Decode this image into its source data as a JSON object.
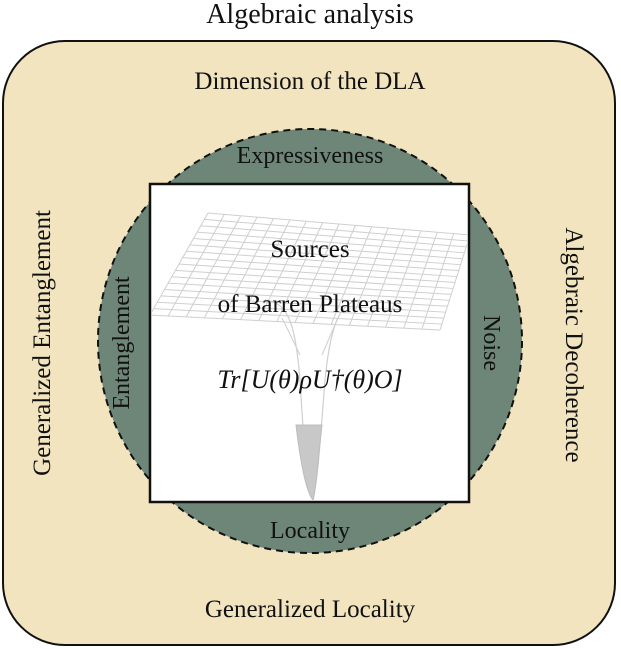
{
  "title": "Algebraic analysis",
  "outer_labels": {
    "top": "Dimension of the DLA",
    "left": "Generalized Entanglement",
    "right": "Algebraic Decoherence",
    "bottom": "Generalized Locality"
  },
  "ring_labels": {
    "top": "Expressiveness",
    "left": "Entanglement",
    "right": "Noise",
    "bottom": "Locality"
  },
  "center": {
    "line1": "Sources",
    "line2": "of Barren Plateaus",
    "formula": "Tr[U(θ)ρU†(θ)O]"
  },
  "colors": {
    "outer_fill": "#f1e4bf",
    "ring_fill": "#6e8678",
    "inner_fill": "#ffffff",
    "stroke": "#111111",
    "grid": "#cfcfcf"
  }
}
